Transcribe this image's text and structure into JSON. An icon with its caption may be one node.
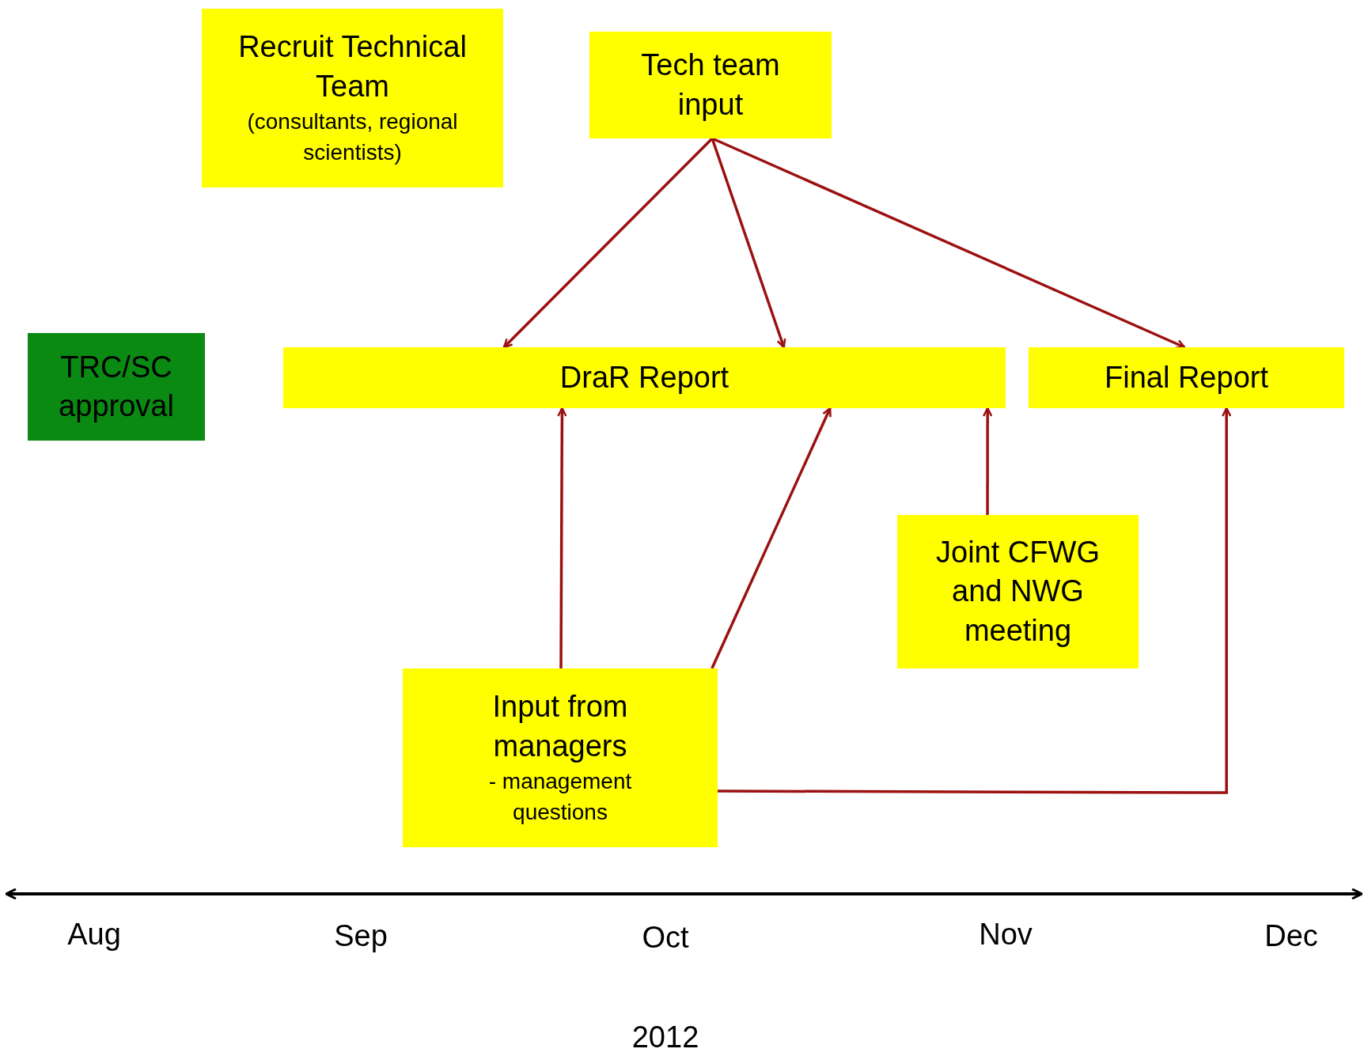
{
  "diagram": {
    "nodes": [
      {
        "text": [
          "Recruit Technical Team",
          "(consultants, regional scientists)"
        ]
      },
      {
        "text": [
          "Tech team input"
        ]
      },
      {
        "text": [
          "TRC/SC approval"
        ]
      },
      {
        "text": [
          "DraR Report"
        ]
      },
      {
        "text": [
          "Final Report"
        ]
      },
      {
        "text": [
          "Joint CFWG and NWG meeting"
        ]
      },
      {
        "text": [
          "Input from managers",
          "- management questions"
        ]
      }
    ],
    "edges": [
      {
        "from": 1,
        "to": 3,
        "arrow": "to"
      },
      {
        "from": 1,
        "to": 3,
        "arrow": "to"
      },
      {
        "from": 1,
        "to": 4,
        "arrow": "to"
      },
      {
        "from": 6,
        "to": 3,
        "arrow": "to"
      },
      {
        "from": 6,
        "to": 3,
        "arrow": "to"
      },
      {
        "from": 5,
        "to": 3,
        "arrow": "to"
      },
      {
        "from": 6,
        "to": 4,
        "arrow": "to"
      }
    ],
    "labels": [
      "Aug",
      "Sep",
      "Oct",
      "Nov",
      "Dec",
      "2012"
    ]
  }
}
